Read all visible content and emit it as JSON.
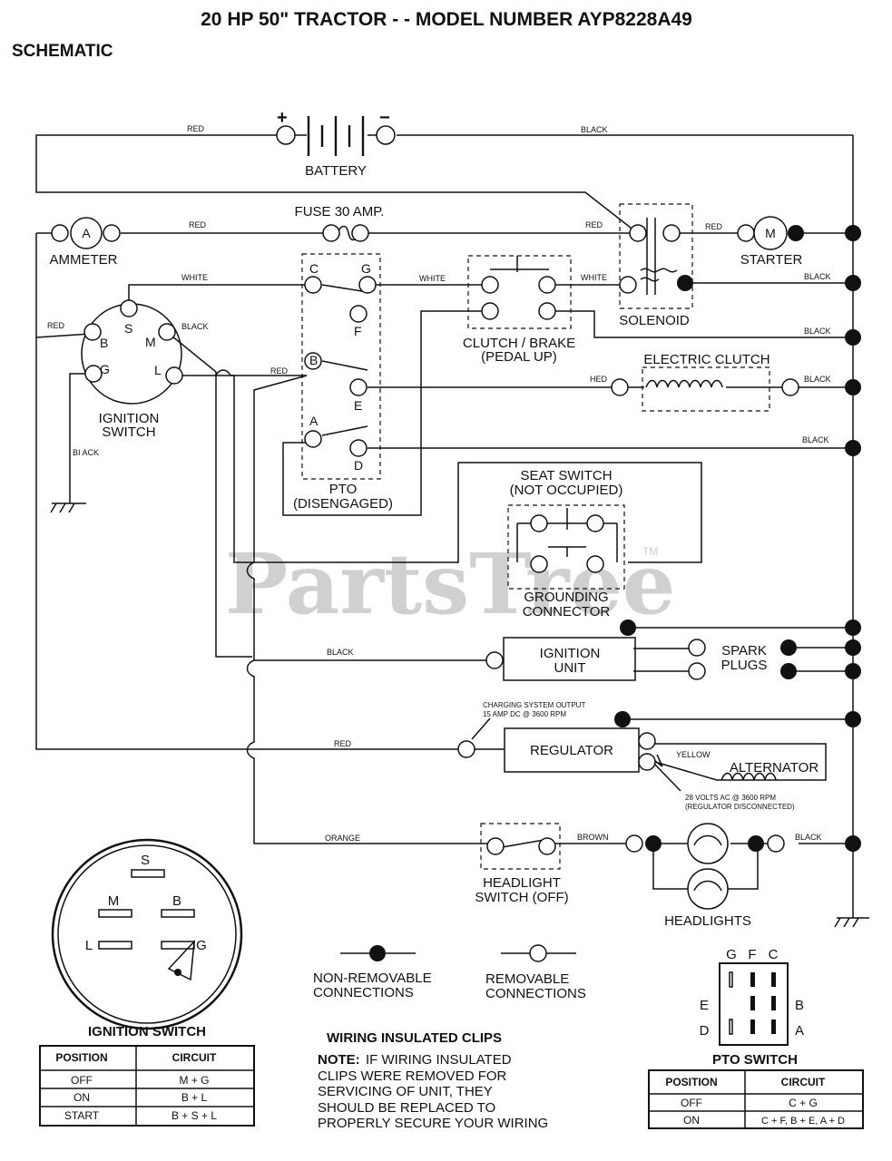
{
  "title": "20 HP 50\" TRACTOR - - MODEL NUMBER AYP8228A49",
  "subtitle": "SCHEMATIC",
  "watermark": "PartsTree",
  "watermark_tm": "TM",
  "components": {
    "battery": "BATTERY",
    "battery_plus": "+",
    "battery_minus": "−",
    "fuse": "FUSE 30 AMP.",
    "ammeter": "AMMETER",
    "ammeter_symbol": "A",
    "starter": "STARTER",
    "starter_symbol": "M",
    "solenoid": "SOLENOID",
    "clutch_brake_1": "CLUTCH / BRAKE",
    "clutch_brake_2": "(PEDAL UP)",
    "electric_clutch": "ELECTRIC CLUTCH",
    "ignition_switch_1": "IGNITION",
    "ignition_switch_2": "SWITCH",
    "pto_1": "PTO",
    "pto_2": "(DISENGAGED)",
    "seat_switch_1": "SEAT SWITCH",
    "seat_switch_2": "(NOT OCCUPIED)",
    "grounding_1": "GROUNDING",
    "grounding_2": "CONNECTOR",
    "ignition_unit_1": "IGNITION",
    "ignition_unit_2": "UNIT",
    "spark_plugs_1": "SPARK",
    "spark_plugs_2": "PLUGS",
    "regulator": "REGULATOR",
    "alternator": "ALTERNATOR",
    "headlight_switch_1": "HEADLIGHT",
    "headlight_switch_2": "SWITCH (OFF)",
    "headlights": "HEADLIGHTS"
  },
  "terminals": {
    "s": "S",
    "b": "B",
    "m": "M",
    "g": "G",
    "l": "L",
    "pto_c": "C",
    "pto_g": "G",
    "pto_f": "F",
    "pto_b": "B",
    "pto_e": "E",
    "pto_a": "A",
    "pto_d": "D"
  },
  "wire_labels": {
    "red": "RED",
    "black": "BLACK",
    "white": "WHITE",
    "hed": "HED",
    "orange": "ORANGE",
    "brown": "BROWN",
    "yellow": "YELLOW",
    "black_spaced": "BI ACK"
  },
  "annotations": {
    "charging_1": "CHARGING SYSTEM OUTPUT",
    "charging_2": "15 AMP DC @ 3600 RPM",
    "volts_1": "28 VOLTS AC @ 3600 RPM",
    "volts_2": "(REGULATOR DISCONNECTED)"
  },
  "legend": {
    "non_removable_1": "NON-REMOVABLE",
    "non_removable_2": "CONNECTIONS",
    "removable_1": "REMOVABLE",
    "removable_2": "CONNECTIONS"
  },
  "wiring_note": {
    "heading": "WIRING INSULATED CLIPS",
    "note_label": "NOTE:",
    "line1": "IF WIRING INSULATED",
    "line2": "CLIPS WERE REMOVED FOR",
    "line3": "SERVICING OF UNIT, THEY",
    "line4": "SHOULD BE REPLACED TO",
    "line5": "PROPERLY SECURE YOUR WIRING"
  },
  "ignition_table": {
    "title": "IGNITION SWITCH",
    "headers": [
      "POSITION",
      "CIRCUIT"
    ],
    "rows": [
      [
        "OFF",
        "M + G"
      ],
      [
        "ON",
        "B + L"
      ],
      [
        "START",
        "B + S + L"
      ]
    ]
  },
  "pto_table": {
    "title": "PTO SWITCH",
    "headers": [
      "POSITION",
      "CIRCUIT"
    ],
    "rows": [
      [
        "OFF",
        "C + G"
      ],
      [
        "ON",
        "C + F, B + E, A + D"
      ]
    ]
  }
}
